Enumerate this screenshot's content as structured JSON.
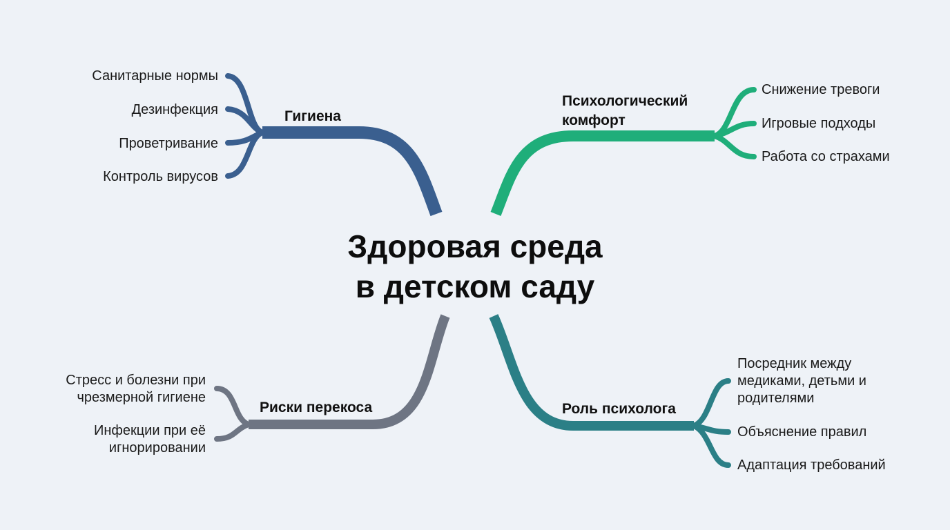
{
  "center": {
    "line1": "Здоровая среда",
    "line2": "в детском саду"
  },
  "branches": {
    "hygiene": {
      "label": "Гигиена",
      "color": "#3a5f8f",
      "items": [
        "Санитарные нормы",
        "Дезинфекция",
        "Проветривание",
        "Контроль вирусов"
      ]
    },
    "comfort": {
      "label_line1": "Психологический",
      "label_line2": "комфорт",
      "color": "#1fae7a",
      "items": [
        "Снижение тревоги",
        "Игровые подходы",
        "Работа со страхами"
      ]
    },
    "risks": {
      "label": "Риски перекоса",
      "color": "#6e7583",
      "items": [
        {
          "line1": "Стресс и болезни при",
          "line2": "чрезмерной гигиене"
        },
        {
          "line1": "Инфекции при её",
          "line2": "игнорировании"
        }
      ]
    },
    "psychologist": {
      "label": "Роль психолога",
      "color": "#2b7f86",
      "items": [
        {
          "line1": "Посредник между",
          "line2": "медиками, детьми и",
          "line3": "родителями"
        },
        {
          "line1": "Объяснение правил"
        },
        {
          "line1": "Адаптация требований"
        }
      ]
    }
  }
}
